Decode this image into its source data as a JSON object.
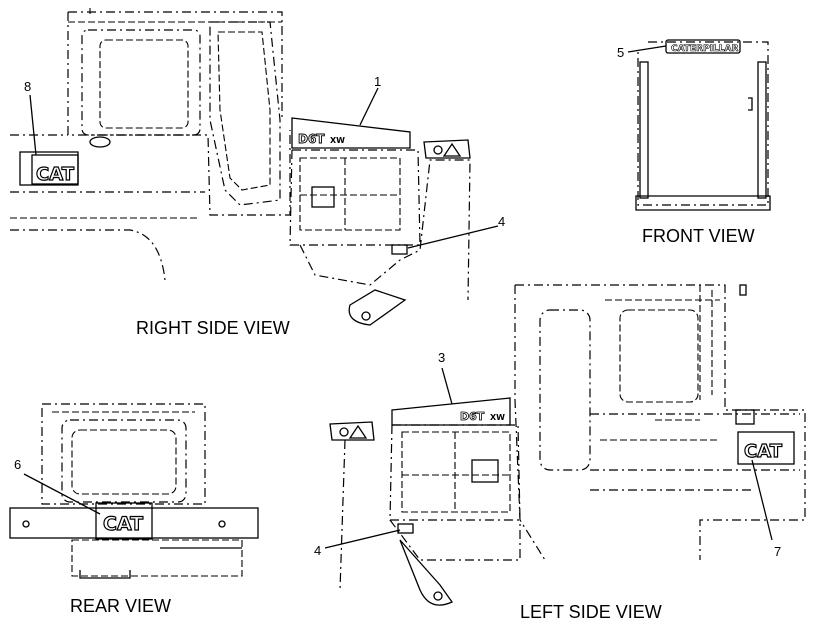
{
  "views": {
    "right_side": "RIGHT SIDE VIEW",
    "front": "FRONT VIEW",
    "rear": "REAR VIEW",
    "left_side": "LEFT SIDE VIEW"
  },
  "callouts": {
    "c1": "1",
    "c3": "3",
    "c4a": "4",
    "c4b": "4",
    "c5": "5",
    "c6": "6",
    "c7": "7",
    "c8": "8"
  },
  "decals": {
    "brand": "CAT",
    "model": "D6T",
    "model_suffix": "XW",
    "wordmark": "CATERPILLAR"
  }
}
